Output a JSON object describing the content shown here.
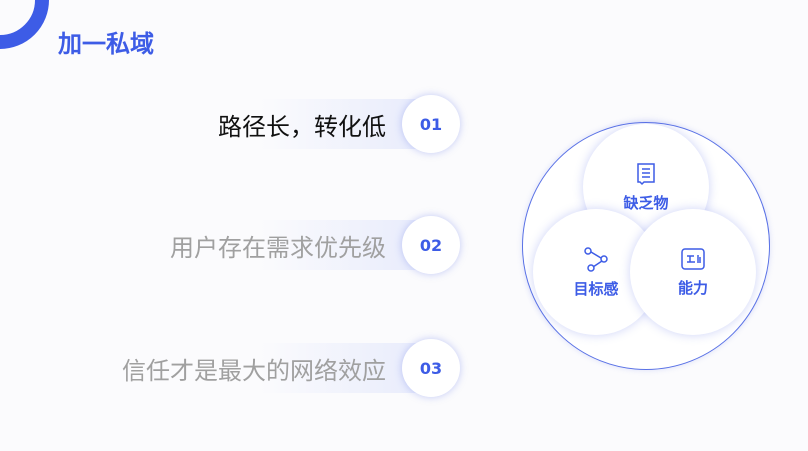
{
  "title": "加一私域",
  "items": [
    {
      "num": "01",
      "text": "路径长，转化低",
      "color": "#111111"
    },
    {
      "num": "02",
      "text": "用户存在需求优先级",
      "color": "#a0a0a0"
    },
    {
      "num": "03",
      "text": "信任才是最大的网络效应",
      "color": "#a0a0a0"
    }
  ],
  "venn": {
    "top": "缺乏物",
    "left": "目标感",
    "right": "能力"
  },
  "accent": "#3d5ce6"
}
